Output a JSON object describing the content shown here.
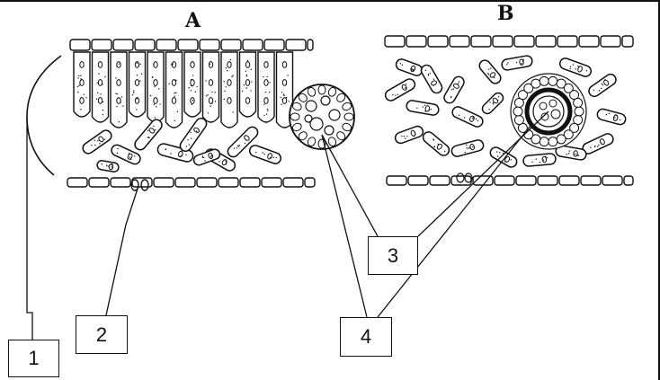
{
  "panels": [
    {
      "letter": "A"
    },
    {
      "letter": "B"
    }
  ],
  "callouts": [
    "1",
    "2",
    "3",
    "4"
  ],
  "ink_color": "#111111"
}
